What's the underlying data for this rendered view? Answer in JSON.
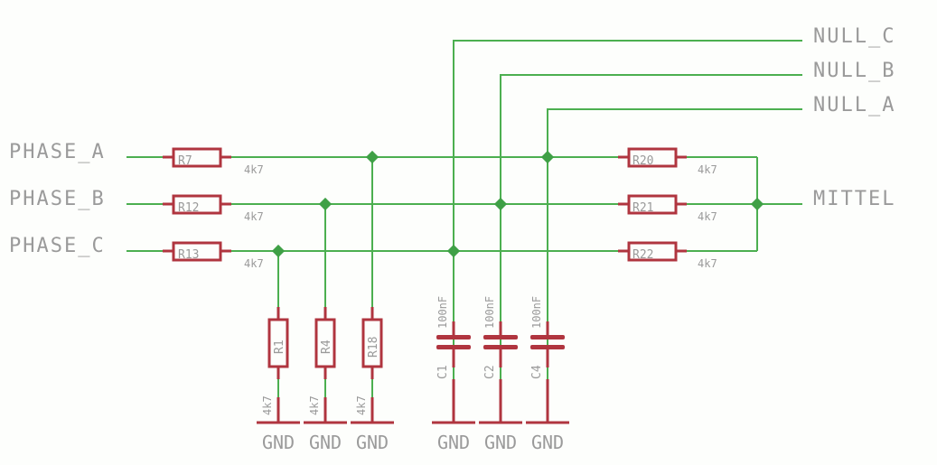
{
  "schematic": {
    "inputs": [
      {
        "net": "PHASE_A",
        "resistor": "R7",
        "value": "4k7"
      },
      {
        "net": "PHASE_B",
        "resistor": "R12",
        "value": "4k7"
      },
      {
        "net": "PHASE_C",
        "resistor": "R13",
        "value": "4k7"
      }
    ],
    "outputs_null": [
      {
        "net": "NULL_C"
      },
      {
        "net": "NULL_B"
      },
      {
        "net": "NULL_A"
      }
    ],
    "star_resistors": [
      {
        "ref": "R20",
        "value": "4k7"
      },
      {
        "ref": "R21",
        "value": "4k7"
      },
      {
        "ref": "R22",
        "value": "4k7"
      }
    ],
    "star_output": {
      "net": "MITTEL"
    },
    "ground_resistors": [
      {
        "ref": "R1",
        "value": "4k7",
        "gnd": "GND"
      },
      {
        "ref": "R4",
        "value": "4k7",
        "gnd": "GND"
      },
      {
        "ref": "R18",
        "value": "4k7",
        "gnd": "GND"
      }
    ],
    "capacitors": [
      {
        "ref": "C1",
        "value": "100nF",
        "gnd": "GND"
      },
      {
        "ref": "C2",
        "value": "100nF",
        "gnd": "GND"
      },
      {
        "ref": "C4",
        "value": "100nF",
        "gnd": "GND"
      }
    ],
    "colors": {
      "wire": "#4caf50",
      "part": "#b0353f",
      "junction": "#3fa046",
      "text": "#9a9a9a"
    }
  }
}
